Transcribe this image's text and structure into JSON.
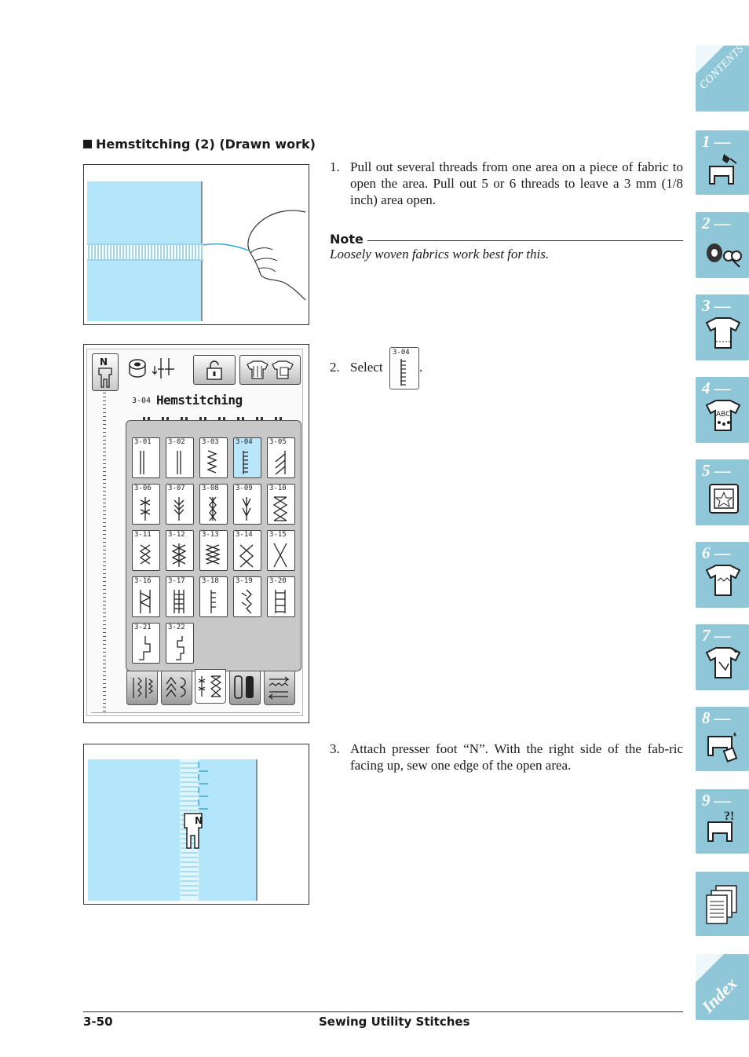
{
  "section": {
    "title": "Hemstitching (2) (Drawn work)"
  },
  "steps": [
    {
      "num": "1.",
      "text": "Pull out several threads from one area on a piece of fabric to open the area. Pull out 5 or 6 threads to leave a 3 mm (1/8 inch) area open."
    },
    {
      "num": "2.",
      "text_before": "Select",
      "text_after": "."
    },
    {
      "num": "3.",
      "text": "Attach presser foot “N”. With the right side of the fab-ric facing up, sew one edge of the open area."
    }
  ],
  "note": {
    "label": "Note",
    "text": "Loosely woven fabrics work best for this."
  },
  "lcd": {
    "foot": "N",
    "stitch_code": "3-04",
    "stitch_name": "Hemstitching",
    "selected": "3-04",
    "stitches": [
      "3-01",
      "3-02",
      "3-03",
      "3-04",
      "3-05",
      "3-06",
      "3-07",
      "3-08",
      "3-09",
      "3-10",
      "3-11",
      "3-12",
      "3-13",
      "3-14",
      "3-15",
      "3-16",
      "3-17",
      "3-18",
      "3-19",
      "3-20",
      "3-21",
      "3-22"
    ]
  },
  "select_icon": {
    "code": "3-04"
  },
  "figure3": {
    "foot_label": "N"
  },
  "side_tabs": {
    "contents": "CONTENTS",
    "chapters": [
      "1 —",
      "2 —",
      "3 —",
      "4 —",
      "5 —",
      "6 —",
      "7 —",
      "8 —",
      "9 —"
    ],
    "index": "Index",
    "abc": "ABC",
    "q": "?!"
  },
  "colors": {
    "tab": "#8fc7d8",
    "fabric": "#b3e5fb",
    "selected": "#b9e6fb"
  },
  "footer": {
    "page": "3-50",
    "title": "Sewing Utility Stitches"
  }
}
